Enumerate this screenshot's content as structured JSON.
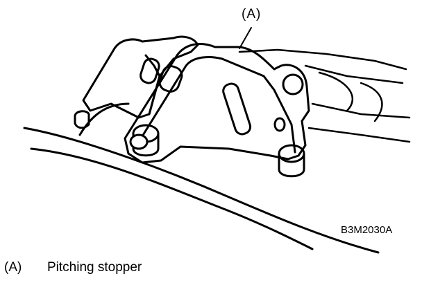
{
  "diagram": {
    "callout_label": "(A)",
    "figure_code": "B3M2030A",
    "legend": [
      {
        "key": "(A)",
        "text": "Pitching stopper"
      }
    ]
  }
}
